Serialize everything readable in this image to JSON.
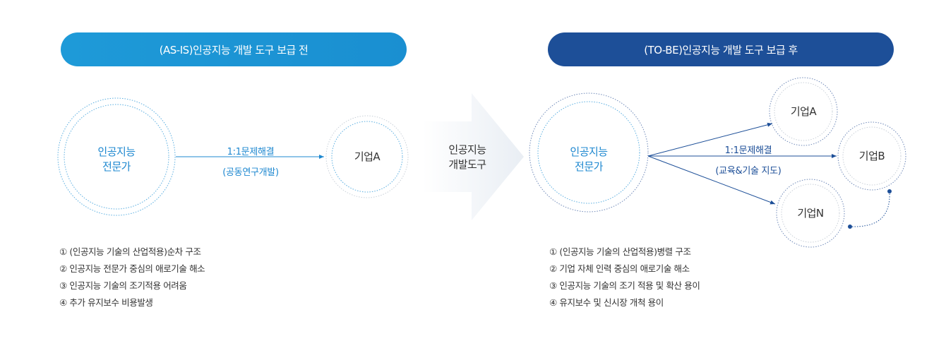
{
  "asis": {
    "title": "(AS-IS)인공지능 개발 도구 보급 전",
    "expert": [
      "인공지능",
      "전문가"
    ],
    "link": [
      "1:1문제해결",
      "(공동연구개발)"
    ],
    "company": "기업A",
    "notes": [
      "① (인공지능 기술의 산업적용)순차 구조",
      "② 인공지능 전문가 중심의 애로기술 해소",
      "③ 인공지능 기술의 조기적용 어려움",
      "④ 추가 유지보수 비용발생"
    ]
  },
  "tool": [
    "인공지능",
    "개발도구"
  ],
  "tobe": {
    "title": "(TO-BE)인공지능 개발 도구 보급 후",
    "expert": [
      "인공지능",
      "전문가"
    ],
    "link": [
      "1:1문제해결",
      "(교육&기술 지도)"
    ],
    "companies": [
      "기업A",
      "기업B",
      "기업N"
    ],
    "notes": [
      "① (인공지능 기술의 산업적용)병렬 구조",
      "② 기업 자체 인력 중심의 애로기술 해소",
      "③ 인공지능 기술의 조기 적용 및 확산 용이",
      "④ 유지보수 및 신시장 개척 용이"
    ]
  },
  "colors": {
    "light_blue": "#1e9ad8",
    "navy": "#1d4f98",
    "circle": "#5aaee0"
  }
}
